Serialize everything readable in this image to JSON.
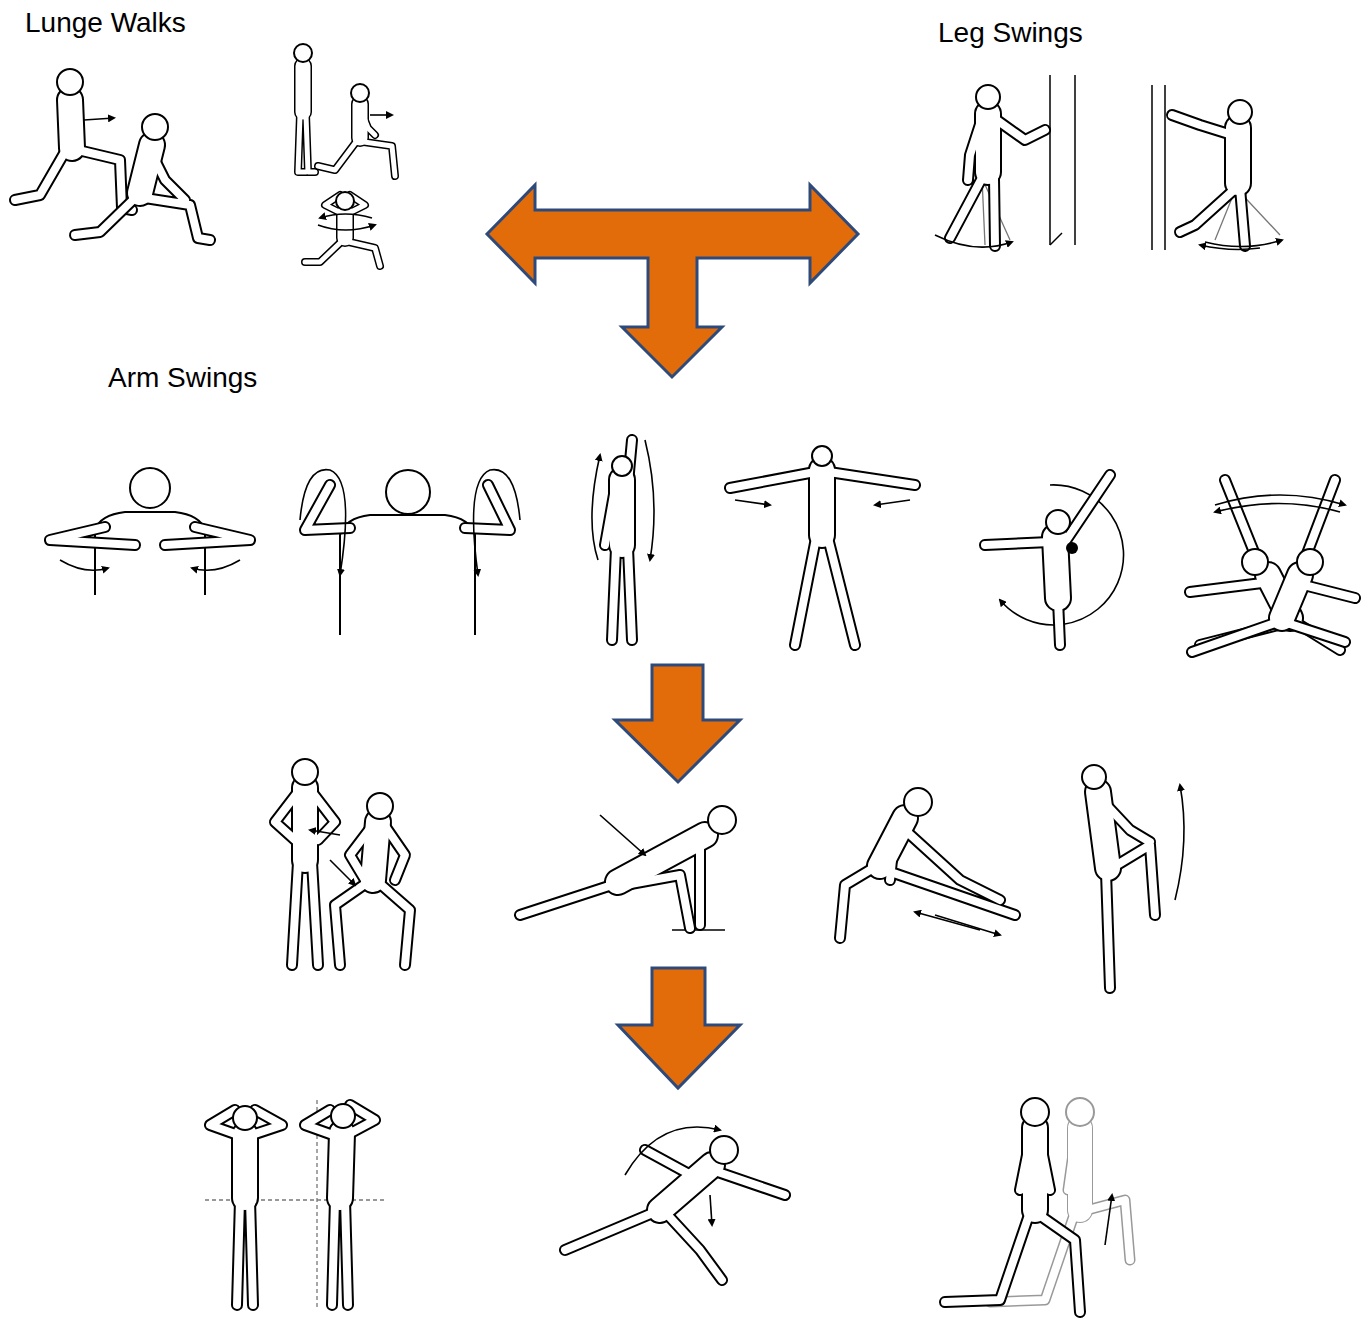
{
  "diagram": {
    "labels": [
      "Lunge Walks",
      "Leg Swings",
      "Arm Swings"
    ]
  }
}
